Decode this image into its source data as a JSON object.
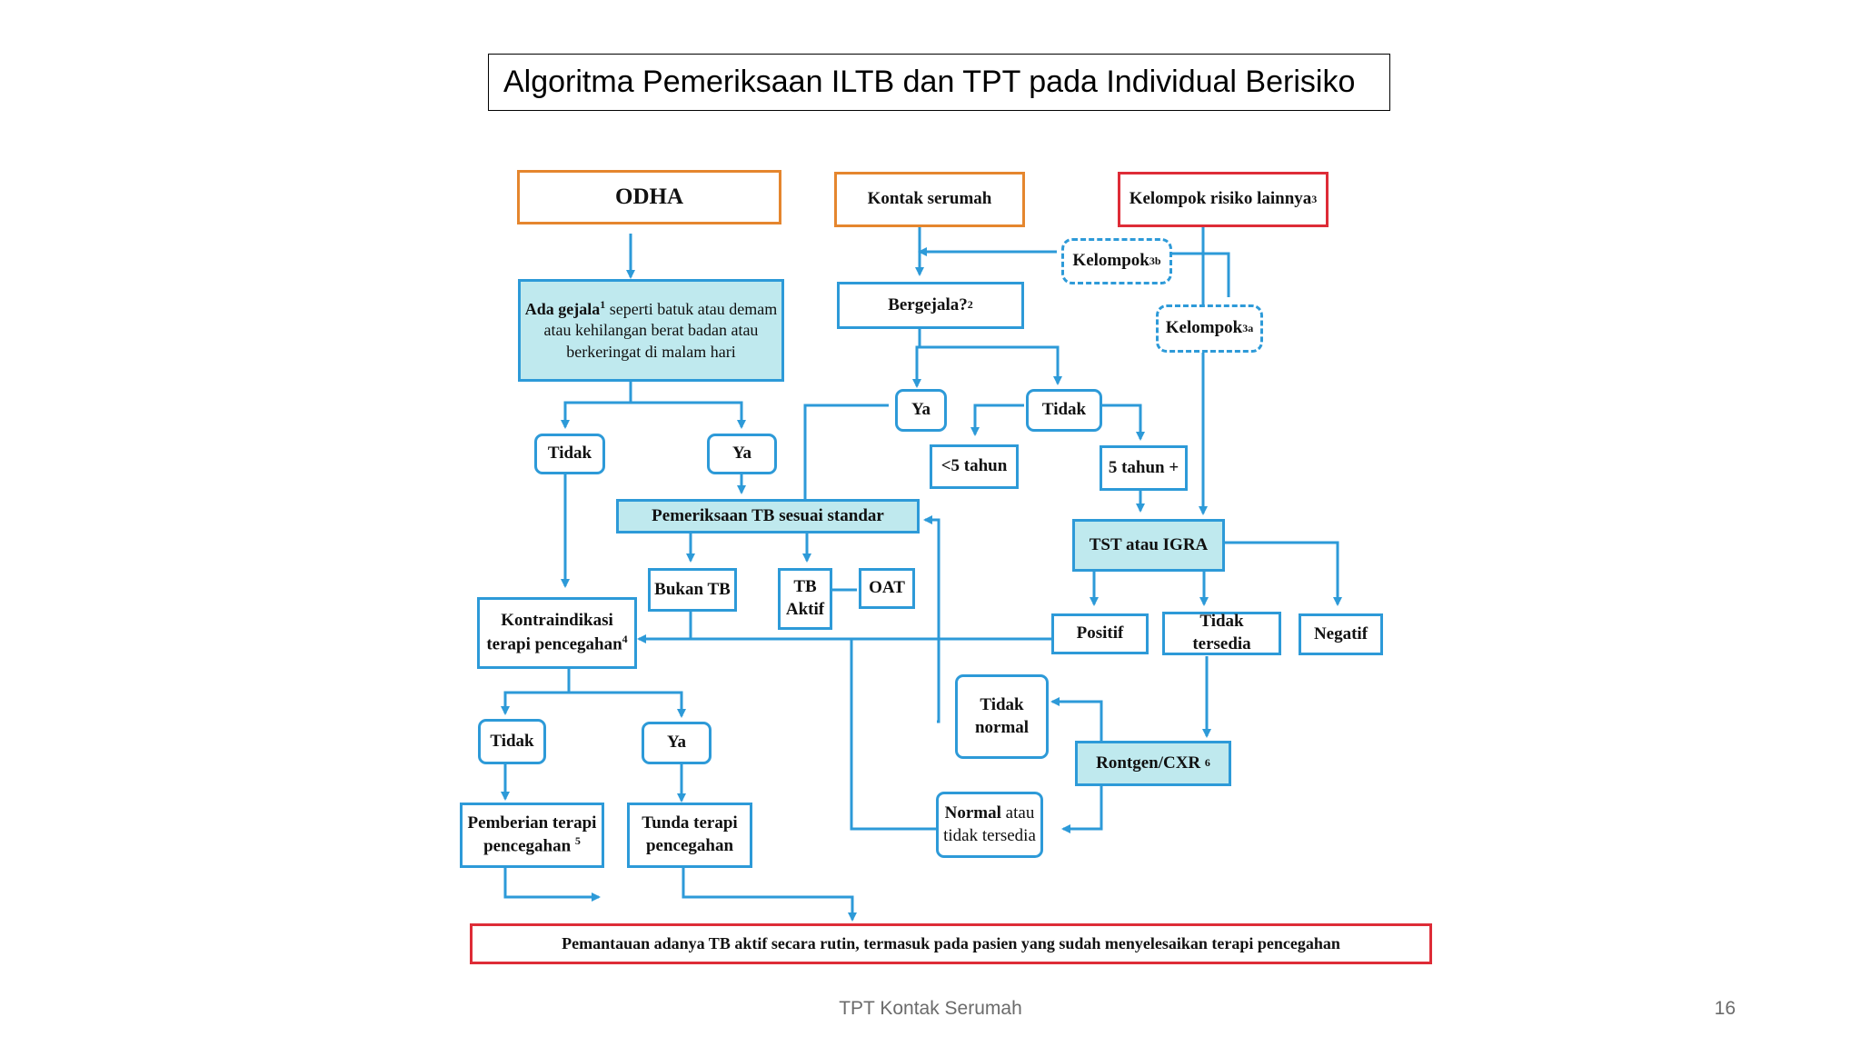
{
  "slide": {
    "title": "Algoritma Pemeriksaan ILTB dan TPT pada Individual Berisiko",
    "footer": "TPT Kontak Serumah",
    "page_number": "16"
  },
  "nodes": {
    "odha": "ODHA",
    "kontak": "Kontak serumah",
    "kelompok_risiko": "Kelompok risiko lainnya",
    "kelompok_risiko_sup": "3",
    "kelompok_3b": "Kelompok",
    "kelompok_3b_sup": "3b",
    "kelompok_3a": "Kelompok",
    "kelompok_3a_sup": "3a",
    "gejala_bold": "Ada gejala",
    "gejala_sup": "1",
    "gejala_rest": " seperti batuk atau demam atau kehilangan berat badan atau berkeringat di malam hari",
    "bergejala": "Bergejala?",
    "bergejala_sup": "2",
    "ya_kontak": "Ya",
    "tidak_kontak": "Tidak",
    "tidak_odha": "Tidak",
    "ya_odha": "Ya",
    "kurang5": "<5 tahun",
    "lebih5": "5 tahun +",
    "pemeriksaan": "Pemeriksaan TB sesuai standar",
    "tst": "TST atau IGRA",
    "bukan_tb": "Bukan TB",
    "tb_aktif": "TB Aktif",
    "oat": "OAT",
    "kontraindikasi": "Kontraindikasi terapi pencegahan",
    "kontraindikasi_sup": "4",
    "positif": "Positif",
    "tidak_tersedia": "Tidak tersedia",
    "negatif": "Negatif",
    "tidak_normal": "Tidak normal",
    "rontgen": "Rontgen/CXR",
    "rontgen_sup": "6",
    "tidak_kontra": "Tidak",
    "ya_kontra": "Ya",
    "normal_bold": "Normal",
    "normal_rest": " atau tidak tersedia",
    "pemberian": "Pemberian terapi pencegahan",
    "pemberian_sup": "5",
    "tunda": "Tunda terapi pencegahan",
    "pemantauan": "Pemantauan adanya TB aktif secara rutin, termasuk pada pasien yang sudah menyelesaikan terapi pencegahan"
  },
  "colors": {
    "arrow": "#2d9ad8",
    "box_border": "#2d9ad8",
    "box_fill": "#bfe9ee",
    "orange": "#e5862e",
    "red": "#de2c37"
  }
}
